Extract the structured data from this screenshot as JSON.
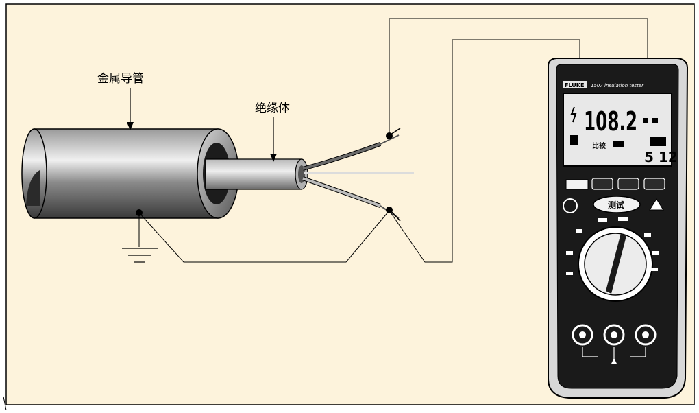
{
  "labels": {
    "conduit": "金属导管",
    "insulator": "绝缘体"
  },
  "meter": {
    "brand": "FLUKE",
    "model": "1507 insulation tester",
    "reading_main": "108.2",
    "reading_sub": "5 12",
    "mode_text": "比较",
    "test_button": "测试"
  },
  "colors": {
    "background": "#fdf3dc",
    "frame": "#000000",
    "meter_body": "#1a1a1a"
  }
}
